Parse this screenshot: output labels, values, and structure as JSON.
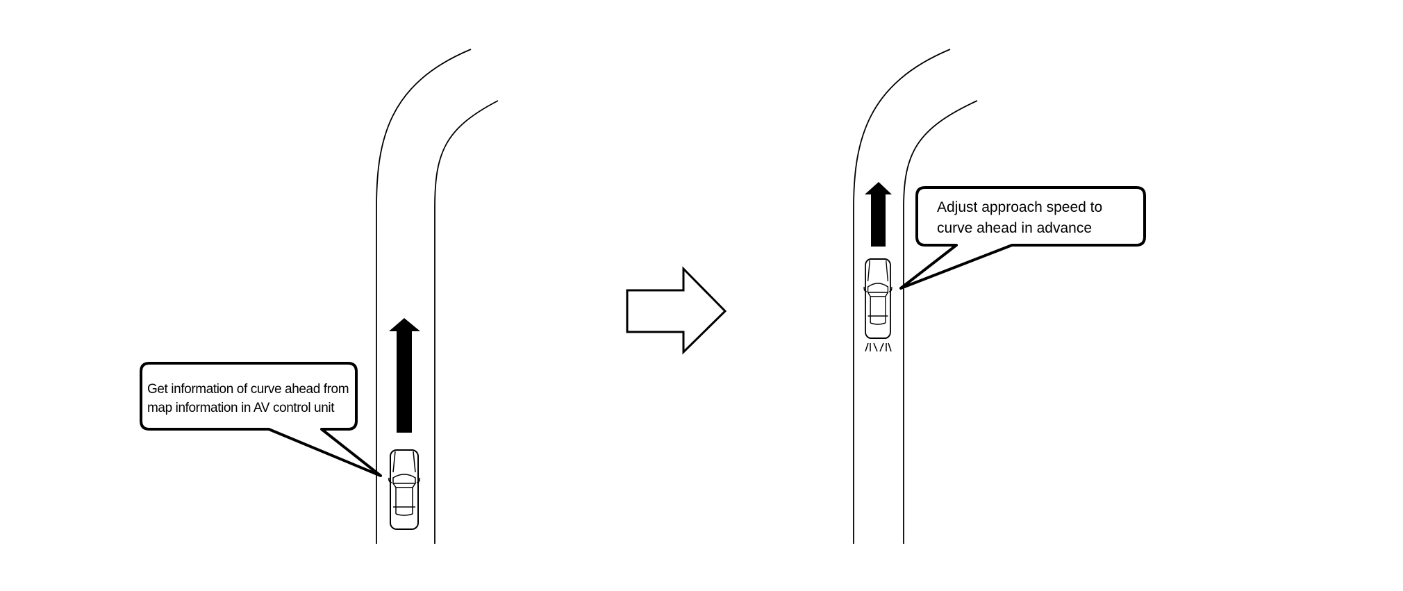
{
  "left_panel": {
    "callout_lines": [
      "Get information of curve ahead from",
      "map information in AV control unit"
    ]
  },
  "right_panel": {
    "callout_lines": [
      "Adjust approach speed to",
      "curve ahead in advance"
    ]
  },
  "colors": {
    "line": "#000000",
    "background": "#ffffff"
  }
}
